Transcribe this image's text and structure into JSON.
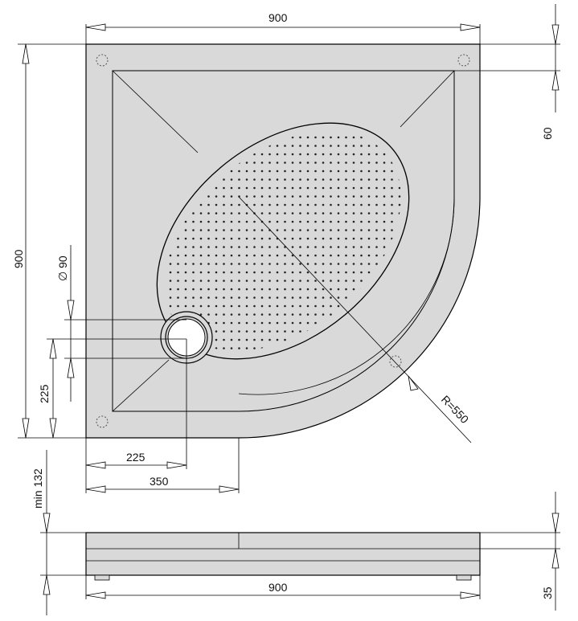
{
  "drawing": {
    "top_view": {
      "width_label": "900",
      "height_label": "900",
      "corner_label": "60",
      "radius_label": "R=550",
      "drain_diameter_label": "∅ 90",
      "drain_offset_y_label": "225",
      "drain_offset_x_label": "225",
      "straight_length_label": "350"
    },
    "side_view": {
      "min_height_label": "min 132",
      "width_label": "900",
      "base_height_label": "35"
    }
  }
}
